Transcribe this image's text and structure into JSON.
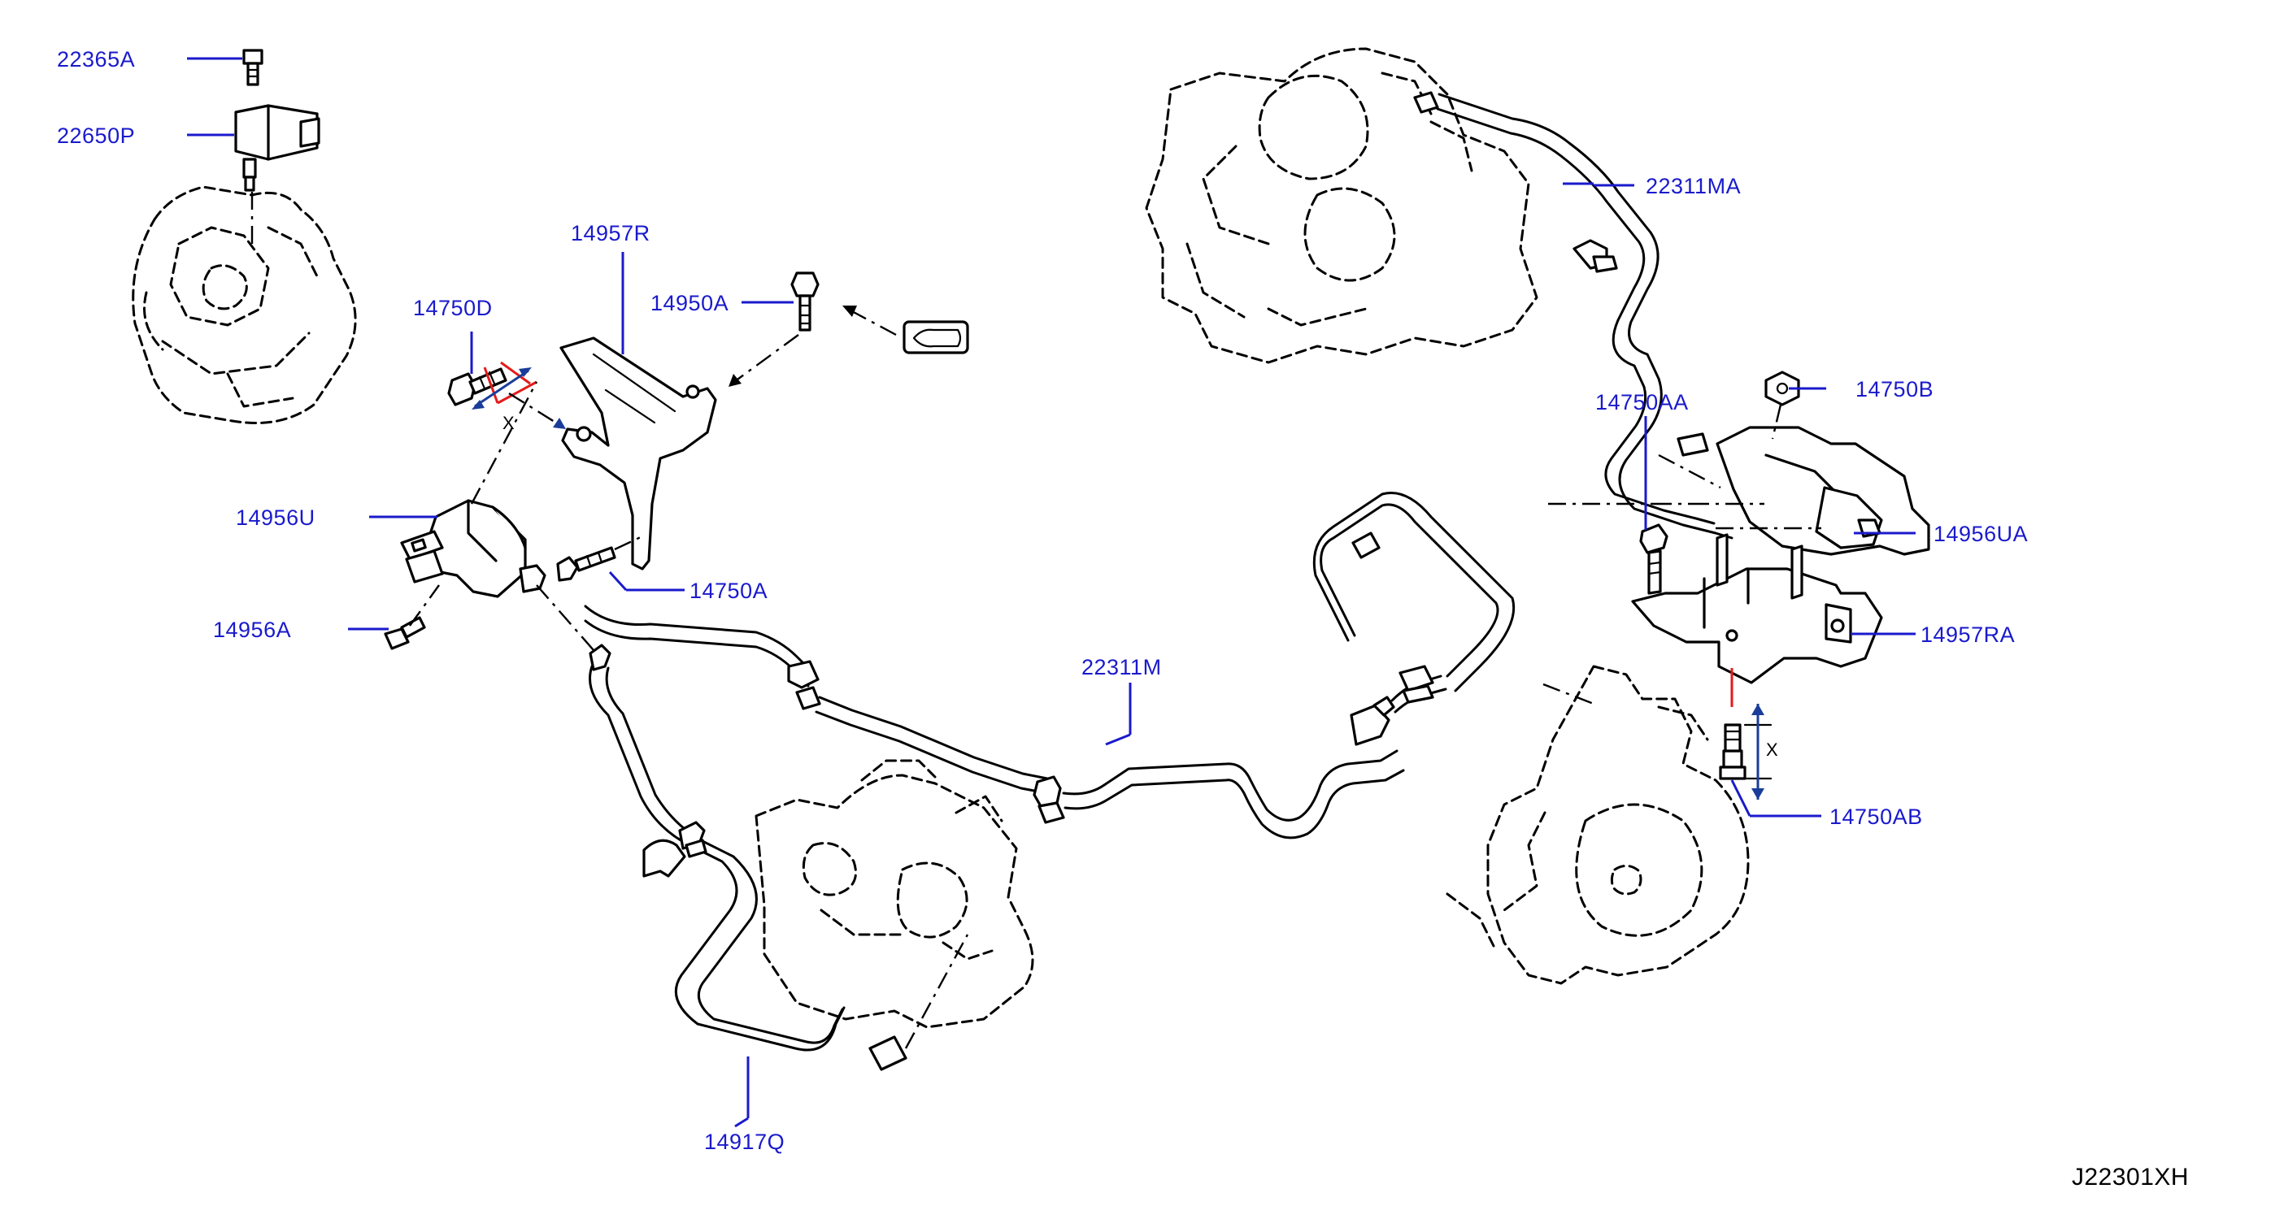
{
  "diagram": {
    "document_id": "J22301XH",
    "callouts": [
      {
        "id": "22365A",
        "text": "22365A"
      },
      {
        "id": "22650P",
        "text": "22650P"
      },
      {
        "id": "14957R",
        "text": "14957R"
      },
      {
        "id": "14750D",
        "text": "14750D"
      },
      {
        "id": "14950A",
        "text": "14950A"
      },
      {
        "id": "14956U",
        "text": "14956U"
      },
      {
        "id": "14750A",
        "text": "14750A"
      },
      {
        "id": "14956A",
        "text": "14956A"
      },
      {
        "id": "22311M",
        "text": "22311M"
      },
      {
        "id": "14917Q",
        "text": "14917Q"
      },
      {
        "id": "22311MA",
        "text": "22311MA"
      },
      {
        "id": "14750B",
        "text": "14750B"
      },
      {
        "id": "14750AA",
        "text": "14750AA"
      },
      {
        "id": "14956UA",
        "text": "14956UA"
      },
      {
        "id": "14957RA",
        "text": "14957RA"
      },
      {
        "id": "14750AB",
        "text": "14750AB"
      }
    ],
    "dimension_marks": [
      {
        "id": "x-left",
        "text": "X"
      },
      {
        "id": "x-right",
        "text": "X"
      }
    ],
    "colors": {
      "callout_text": "#1a1acc",
      "leader_line": "#1a1acc",
      "line_art": "#000000",
      "dimension_red": "#e41b1b",
      "dimension_arrow": "#1a3c9a"
    },
    "icons": [
      "bolt-icon",
      "sensor-icon",
      "solenoid-valve-icon",
      "bracket-icon",
      "hose-icon",
      "clip-icon",
      "engine-outline-icon",
      "connector-symbol-icon"
    ]
  }
}
